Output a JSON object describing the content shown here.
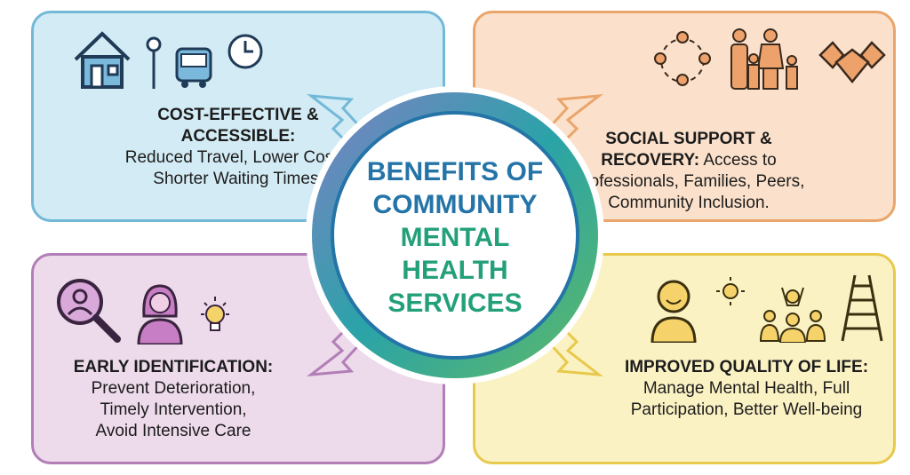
{
  "center": {
    "line1": "BENEFITS OF",
    "line2": "COMMUNITY",
    "line3": "MENTAL",
    "line4": "HEALTH",
    "line5": "SERVICES"
  },
  "panels": [
    {
      "title": "COST-EFFECTIVE &",
      "title2": "ACCESSIBLE:",
      "body1": "Reduced Travel, Lower Costs,",
      "body2": "Shorter Waiting Times.",
      "icons": [
        "house-icon",
        "bus-stop-icon",
        "bus-icon",
        "clock-icon"
      ],
      "color": "#72b9d8"
    },
    {
      "title": "SOCIAL SUPPORT &",
      "title2": "RECOVERY:",
      "body_inline": "Access to",
      "body1": "Professionals, Families, Peers,",
      "body2": "Community Inclusion.",
      "icons": [
        "people-circle-icon",
        "family-icon",
        "handshake-icon"
      ],
      "color": "#e9a56b"
    },
    {
      "title": "EARLY IDENTIFICATION:",
      "body1": "Prevent Deterioration,",
      "body2": "Timely Intervention,",
      "body3": "Avoid Intensive Care",
      "icons": [
        "magnifier-person-icon",
        "woman-icon",
        "lightbulb-icon"
      ],
      "color": "#b27eb7"
    },
    {
      "title": "IMPROVED QUALITY OF LIFE:",
      "body1": "Manage Mental Health, Full",
      "body2": "Participation, Better Well-being",
      "icons": [
        "smiling-person-icon",
        "sun-icon",
        "group-celebrate-icon",
        "ladder-icon"
      ],
      "color": "#e7c94c"
    }
  ]
}
